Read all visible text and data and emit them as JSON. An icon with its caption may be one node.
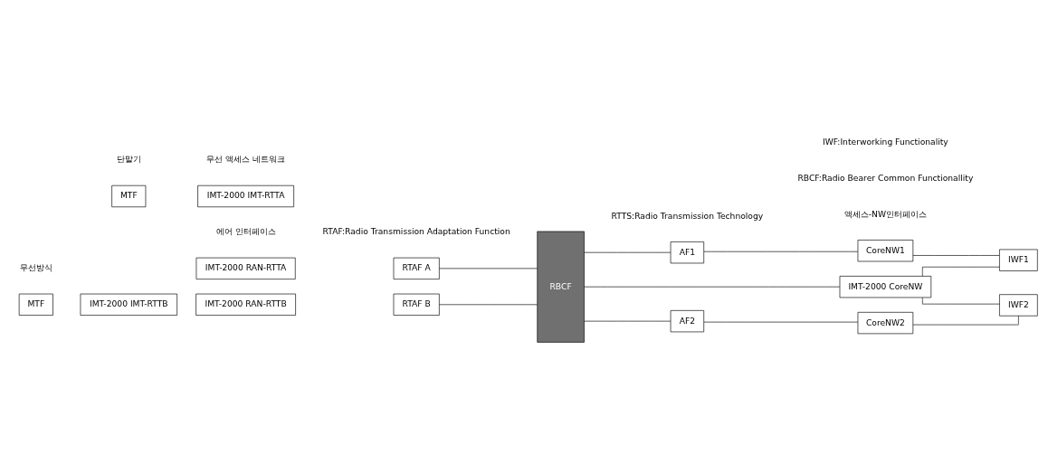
{
  "diagram": {
    "nodes": [
      {
        "text": [
          "MTF"
        ]
      },
      {
        "text": [
          "IMT-2000 IMT-RTTA"
        ]
      },
      {
        "text": [
          "MTF"
        ]
      },
      {
        "text": [
          "IMT-2000 IMT-RTTB"
        ]
      },
      {
        "text": [
          "IMT-2000 RAN-RTTA"
        ]
      },
      {
        "text": [
          "RTAF A"
        ]
      },
      {
        "text": [
          "IMT-2000 RAN-RTTB"
        ]
      },
      {
        "text": [
          "RTAF B"
        ]
      },
      {
        "text": [
          "RBCF"
        ]
      },
      {
        "text": [
          "IMT-2000 CoreNW"
        ]
      },
      {
        "text": [
          "AF1"
        ]
      },
      {
        "text": [
          "CoreNW1"
        ]
      },
      {
        "text": [
          "IWF1"
        ]
      },
      {
        "text": [
          "AF2"
        ]
      },
      {
        "text": [
          "CoreNW2"
        ]
      },
      {
        "text": [
          "IWF2"
        ]
      }
    ],
    "edges": [
      {
        "from": 5,
        "to": 8,
        "arrow": "none"
      },
      {
        "from": 7,
        "to": 8,
        "arrow": "none"
      },
      {
        "from": 8,
        "to": 9,
        "arrow": "none"
      },
      {
        "from": 8,
        "to": 10,
        "arrow": "none"
      },
      {
        "from": 8,
        "to": 13,
        "arrow": "none"
      },
      {
        "from": 10,
        "to": 11,
        "arrow": "none"
      },
      {
        "from": 11,
        "to": 12,
        "arrow": "none"
      },
      {
        "from": 13,
        "to": 14,
        "arrow": "none"
      },
      {
        "from": 14,
        "to": 15,
        "arrow": "none"
      },
      {
        "from": 9,
        "to": 12,
        "arrow": "none"
      },
      {
        "from": 9,
        "to": 15,
        "arrow": "none"
      }
    ],
    "labels": [
      "에어 인터페이스",
      "액세스-NW인터페이스",
      "무선방식",
      "단말기",
      "무선 액세스 네트워크",
      "RTAF:Radio Transmission Adaptation Function",
      "RTTS:Radio Transmission Technology",
      "RBCF:Radio Bearer Common Functionallity",
      "IWF:Interworking Functionality"
    ]
  }
}
